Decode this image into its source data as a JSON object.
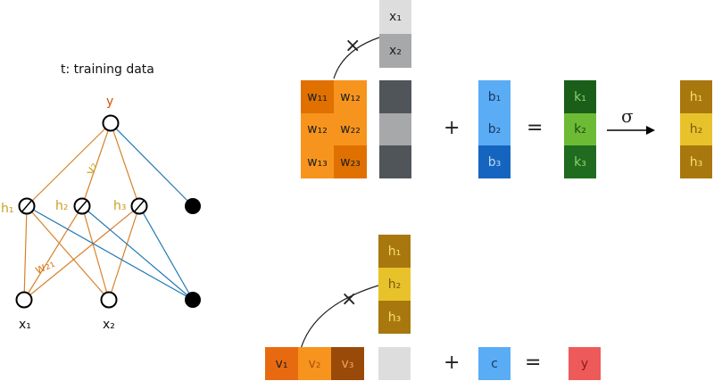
{
  "network": {
    "title": "t: training data",
    "labels": {
      "y": "y",
      "v2": "v₂",
      "w21": "w₂₁",
      "h1": "h₁",
      "h2": "h₂",
      "h3": "h₃",
      "x1": "x₁",
      "x2": "x₂"
    }
  },
  "top": {
    "input": [
      "x₁",
      "x₂"
    ],
    "weights": [
      [
        "w₁₁",
        "w₁₂"
      ],
      [
        "w₁₂",
        "w₂₂"
      ],
      [
        "w₁₃",
        "w₂₃"
      ]
    ],
    "bias": [
      "b₁",
      "b₂",
      "b₃"
    ],
    "preact": [
      "k₁",
      "k₂",
      "k₃"
    ],
    "hidden": [
      "h₁",
      "h₂",
      "h₃"
    ],
    "times": "×",
    "plus": "+",
    "equals": "=",
    "sigma": "σ"
  },
  "bottom": {
    "hidden": [
      "h₁",
      "h₂",
      "h₃"
    ],
    "weights": [
      "v₁",
      "v₂",
      "v₃"
    ],
    "bias": "c",
    "output": "y",
    "times": "×",
    "plus": "+",
    "equals": "="
  },
  "colors": {
    "orange_edge": "#d9822b",
    "blue_edge": "#1f78b4",
    "w_dark": "#e07000",
    "w_light": "#f7941d",
    "gray_dark": "#50555a",
    "gray_light": "#a6a8aa",
    "blue_light": "#5aacf5",
    "blue_dark": "#1565c0",
    "green_dark": "#1a5e1a",
    "green_light": "#6dbb35",
    "h_dark": "#a8780e",
    "h_light": "#e8c22a",
    "v1": "#e86a10",
    "v2": "#f7941d",
    "v3": "#9a4a08",
    "y_red": "#ee5a5a"
  }
}
